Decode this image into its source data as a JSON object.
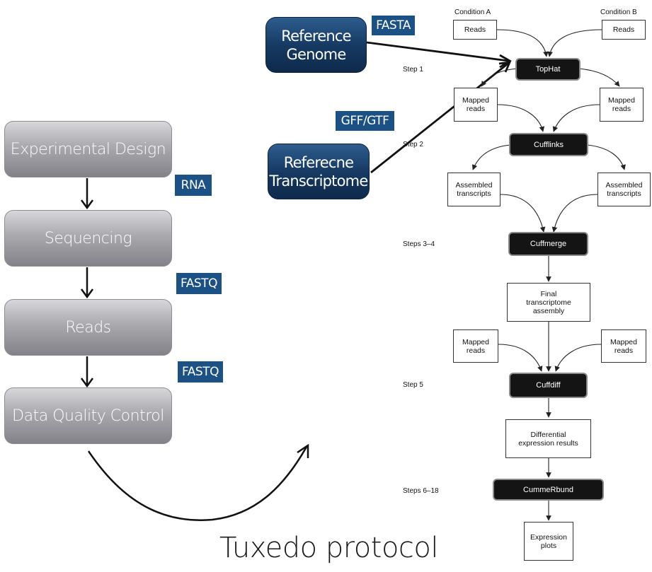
{
  "pipeline": {
    "steps": [
      "Experimental Design",
      "Sequencing",
      "Reads",
      "Data Quality Control"
    ],
    "tags": [
      "RNA",
      "FASTQ",
      "FASTQ"
    ]
  },
  "inputs": {
    "genome": {
      "label": "Reference\nGenome",
      "tag": "FASTA"
    },
    "transcriptome": {
      "label": "Referecne\nTranscriptome",
      "tag": "GFF/GTF"
    }
  },
  "tuxedo": {
    "condition_a": "Condition A",
    "condition_b": "Condition B",
    "reads_a": "Reads",
    "reads_b": "Reads",
    "step_labels": [
      "Step 1",
      "Step 2",
      "Steps 3–4",
      "Step 5",
      "Steps 6–18"
    ],
    "tools": [
      "TopHat",
      "Cufflinks",
      "Cuffmerge",
      "Cuffdiff",
      "CummeRbund"
    ],
    "mapped_reads_1": "Mapped\nreads",
    "mapped_reads_2": "Mapped\nreads",
    "assembled_1": "Assembled\ntranscripts",
    "assembled_2": "Assembled\ntranscripts",
    "final_assembly": "Final\ntranscriptome\nassembly",
    "mapped_reads_3": "Mapped\nreads",
    "mapped_reads_4": "Mapped\nreads",
    "diff_results": "Differential\nexpression results",
    "expression_plots": "Expression\nplots"
  },
  "caption": "Tuxedo protocol"
}
